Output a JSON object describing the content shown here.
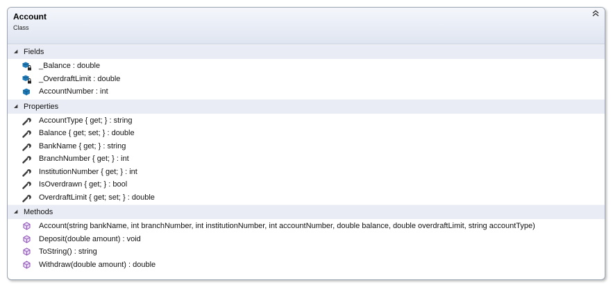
{
  "header": {
    "title": "Account",
    "subtitle": "Class",
    "collapse_icon": "double-chevron-up-icon"
  },
  "sections": {
    "fields": {
      "label": "Fields",
      "items": [
        {
          "text": "_Balance : double",
          "icon": "private-field-icon"
        },
        {
          "text": "_OverdraftLimit : double",
          "icon": "private-field-icon"
        },
        {
          "text": "AccountNumber : int",
          "icon": "field-icon"
        }
      ]
    },
    "properties": {
      "label": "Properties",
      "items": [
        {
          "text": "AccountType { get; } : string",
          "icon": "wrench-icon"
        },
        {
          "text": "Balance { get; set; } : double",
          "icon": "wrench-icon"
        },
        {
          "text": "BankName { get; } : string",
          "icon": "wrench-icon"
        },
        {
          "text": "BranchNumber { get; } : int",
          "icon": "wrench-icon"
        },
        {
          "text": "InstitutionNumber { get; } : int",
          "icon": "wrench-icon"
        },
        {
          "text": "IsOverdrawn { get; } : bool",
          "icon": "wrench-icon"
        },
        {
          "text": "OverdraftLimit { get; set; } : double",
          "icon": "wrench-icon"
        }
      ]
    },
    "methods": {
      "label": "Methods",
      "items": [
        {
          "text": "Account(string bankName, int branchNumber, int institutionNumber, int accountNumber, double balance, double overdraftLimit, string accountType)",
          "icon": "method-icon"
        },
        {
          "text": "Deposit(double amount) : void",
          "icon": "method-icon"
        },
        {
          "text": "ToString() : string",
          "icon": "method-icon"
        },
        {
          "text": "Withdraw(double amount) : double",
          "icon": "method-icon"
        }
      ]
    }
  },
  "colors": {
    "field_blue": "#1f7bb8",
    "method_purple": "#8a4bb5",
    "wrench_gray": "#3a3a3a",
    "lock_gold": "#c9a227"
  }
}
